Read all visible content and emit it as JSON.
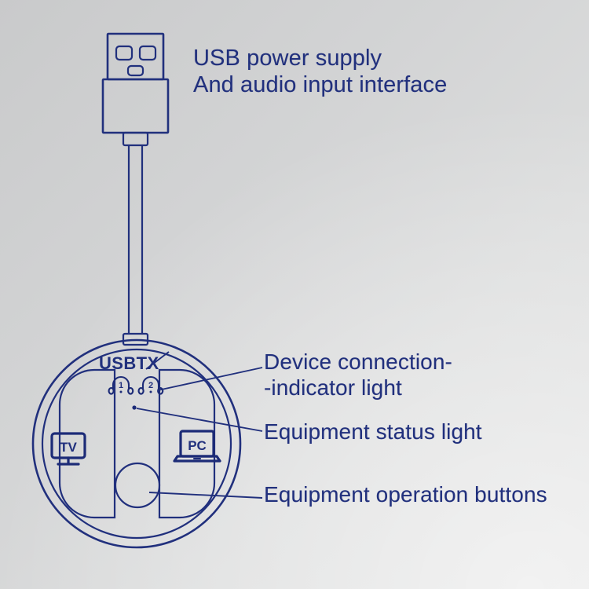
{
  "page": {
    "title": "USBTX device annotated diagram",
    "background_top_color": "#c9cacb",
    "background_bottom_color": "#e3e3e3",
    "ink_color": "#21307d"
  },
  "callouts": {
    "usb_power": {
      "line1": "USB power supply",
      "line2": "And audio input interface"
    },
    "device_connection": {
      "line1": "Device connection-",
      "line2": "-indicator light"
    },
    "equipment_status": "Equipment status light",
    "equipment_buttons": "Equipment operation buttons"
  },
  "device": {
    "brand": "USBTX",
    "headphone_1_number": "1",
    "headphone_2_number": "2",
    "tv_button_label": "TV",
    "pc_button_label": "PC"
  }
}
